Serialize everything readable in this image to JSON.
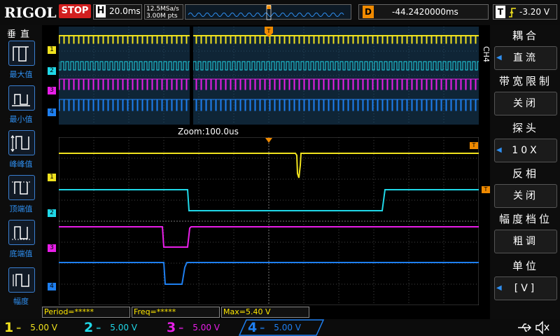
{
  "topbar": {
    "brand": "RIGOL",
    "run_state": "STOP",
    "timebase_label": "H",
    "timebase_value": "20.0ms",
    "sample_rate": "12.5MSa/s",
    "memory_depth": "3.00M pts",
    "trigger_position_label": "D",
    "trigger_position_value": "-44.2420000ms",
    "trigger_label": "T",
    "trigger_level": "-3.20 V",
    "colors": {
      "stop": "#d21f1f",
      "position": "#f08a00"
    }
  },
  "left_panel": {
    "title": "垂直",
    "items": [
      {
        "label": "最大值",
        "icon": "max-waveform-icon"
      },
      {
        "label": "最小值",
        "icon": "min-waveform-icon"
      },
      {
        "label": "峰峰值",
        "icon": "peak-to-peak-waveform-icon"
      },
      {
        "label": "顶端值",
        "icon": "top-waveform-icon"
      },
      {
        "label": "底端值",
        "icon": "base-waveform-icon"
      },
      {
        "label": "幅度",
        "icon": "amplitude-waveform-icon"
      }
    ]
  },
  "display": {
    "zoom_label": "Zoom:100.0us",
    "channel_markers": [
      "1",
      "2",
      "3",
      "4"
    ],
    "trigger_marker": "T",
    "channel_colors": {
      "1": "#f0e21e",
      "2": "#20d8e8",
      "3": "#e81ee8",
      "4": "#1e7ff0"
    }
  },
  "measurements": {
    "period": "Period=*****",
    "freq": "Freq=*****",
    "max": "Max=5.40 V"
  },
  "right_menu": {
    "channel_tag": "CH4",
    "items": [
      {
        "title": "耦合",
        "value": "直流"
      },
      {
        "title": "带宽限制",
        "value": "关闭"
      },
      {
        "title": "探头",
        "value": "10X"
      },
      {
        "title": "反相",
        "value": "关闭"
      },
      {
        "title": "幅度档位",
        "value": "粗调"
      },
      {
        "title": "单位",
        "value": "[V]"
      }
    ]
  },
  "channels": [
    {
      "number": "1",
      "scale": "5.00 V",
      "coupling": "DC",
      "color": "#f0e21e",
      "active": false
    },
    {
      "number": "2",
      "scale": "5.00 V",
      "coupling": "DC",
      "color": "#20d8e8",
      "active": false
    },
    {
      "number": "3",
      "scale": "5.00 V",
      "coupling": "DC",
      "color": "#e81ee8",
      "active": false
    },
    {
      "number": "4",
      "scale": "5.00 V",
      "coupling": "DC",
      "color": "#1e7ff0",
      "active": true
    }
  ],
  "status_icons": [
    "usb-icon",
    "speaker-muted-icon"
  ]
}
